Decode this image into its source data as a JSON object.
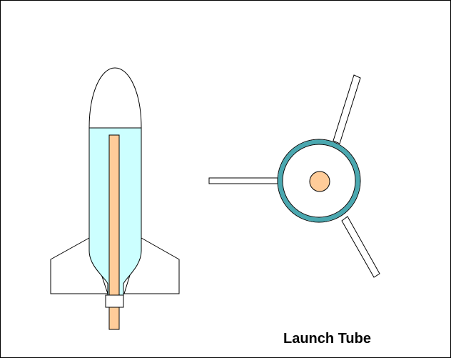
{
  "diagram": {
    "caption": "Launch Tube",
    "colors": {
      "water": "#ccffff",
      "tube": "#ffcc99",
      "tube_ring": "#4aa8b0",
      "outline": "#000000",
      "fill": "#ffffff"
    },
    "parts": [
      "rocket-side-view",
      "nose-cone",
      "bottle-body",
      "fins",
      "nozzle-collar",
      "launch-tube",
      "rocket-top-view"
    ]
  }
}
